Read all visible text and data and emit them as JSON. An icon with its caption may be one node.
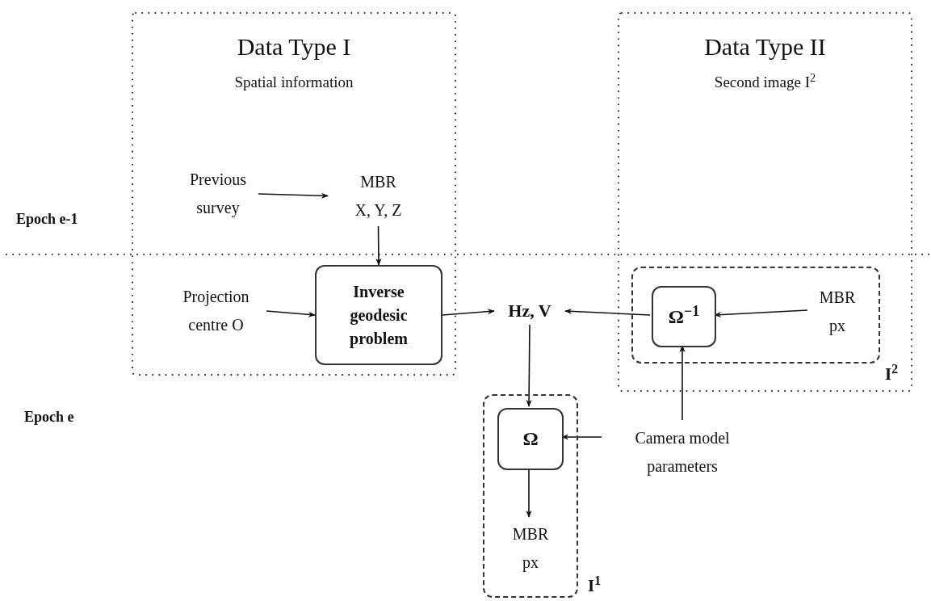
{
  "diagram": {
    "nodes": [
      {
        "text": [
          "Data Type I",
          "Spatial information"
        ]
      },
      {
        "text": [
          "Data Type II",
          "Second image I$^{2}$"
        ]
      },
      {
        "text": [
          "Previous survey"
        ],
        "in": 0
      },
      {
        "text": [
          "MBR",
          "X, Y, Z"
        ],
        "in": 0
      },
      {
        "text": [
          "Projection centre O"
        ],
        "in": 0
      },
      {
        "text": [
          "Inverse geodesic problem"
        ],
        "in": 0
      },
      {
        "text": [
          "Hz, V"
        ]
      },
      {
        "text": [],
        "shape": "box",
        "in": 1
      },
      {
        "text": [
          "Ω$^{−1}$"
        ],
        "in": 7
      },
      {
        "text": [
          "MBR",
          "px"
        ],
        "in": 7
      },
      {
        "text": [
          "Camera model parameters"
        ]
      },
      {
        "text": [],
        "shape": "box"
      },
      {
        "text": [
          "Ω"
        ],
        "in": 11
      },
      {
        "text": [
          "MBR",
          "px"
        ],
        "in": 11
      }
    ],
    "edges": [
      {
        "from": 2,
        "to": 3,
        "arrow": "to"
      },
      {
        "from": 3,
        "to": 5,
        "arrow": "to"
      },
      {
        "from": 4,
        "to": 5,
        "arrow": "to"
      },
      {
        "from": 5,
        "to": 6,
        "arrow": "to"
      },
      {
        "from": 8,
        "to": 6,
        "arrow": "to"
      },
      {
        "from": 9,
        "to": 8,
        "arrow": "to"
      },
      {
        "from": 10,
        "to": 8,
        "arrow": "to"
      },
      {
        "from": 10,
        "to": 12,
        "arrow": "to"
      },
      {
        "from": 6,
        "to": 12,
        "arrow": "to"
      },
      {
        "from": 12,
        "to": 13,
        "arrow": "to"
      }
    ],
    "labels": [
      "Epoch e-1",
      "Epoch e",
      "I$^{2}$",
      "I$^{1}$"
    ]
  }
}
